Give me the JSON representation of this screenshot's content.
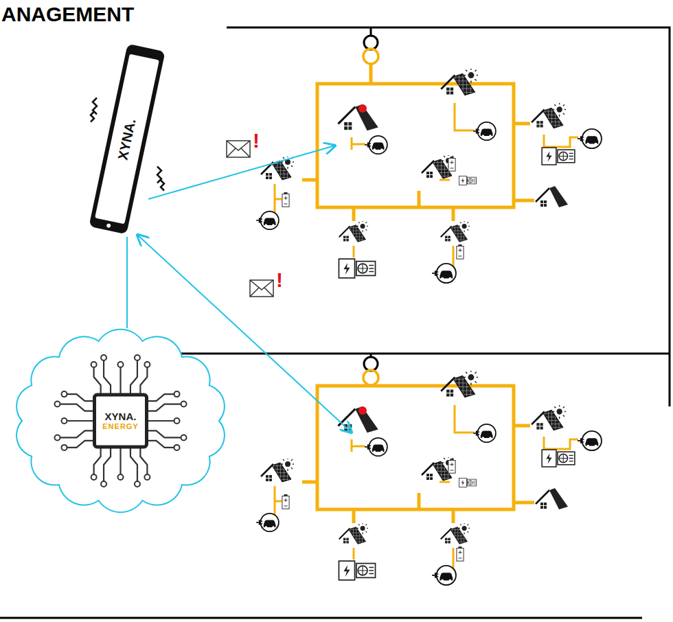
{
  "diagram": {
    "title": "ANAGEMENT",
    "nodes": [
      {
        "text": [
          "XYNA."
        ]
      },
      {
        "text": [
          "XYNA.",
          "ENERGY"
        ]
      }
    ],
    "edges": [
      {
        "from": 0,
        "to": 1,
        "arrow": "none"
      }
    ],
    "labels": [
      "!",
      "!"
    ]
  }
}
